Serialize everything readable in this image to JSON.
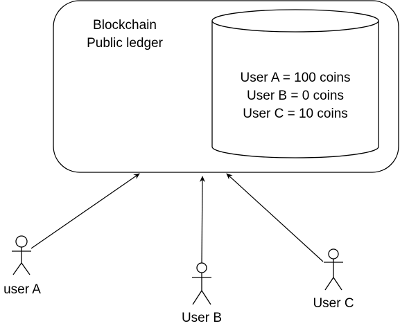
{
  "blockchain": {
    "title_line1": "Blockchain",
    "title_line2": "Public ledger"
  },
  "ledger": {
    "line1": "User A = 100 coins",
    "line2": "User B = 0 coins",
    "line3": "User C = 10 coins"
  },
  "actors": {
    "a": "user A",
    "b": "User B",
    "c": "User C"
  },
  "colors": {
    "stroke": "#000000",
    "fill": "#ffffff",
    "text": "#000000"
  }
}
